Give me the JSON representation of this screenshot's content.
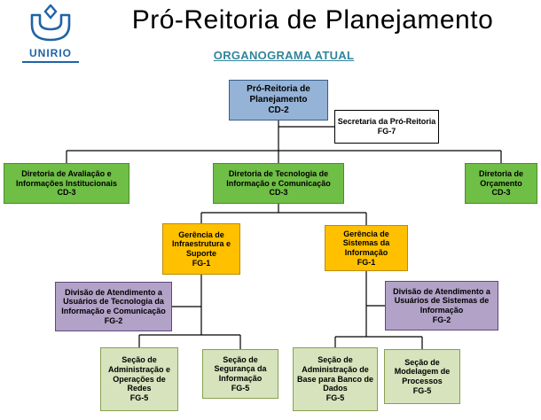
{
  "header": {
    "title": "Pró-Reitoria de Planejamento",
    "subtitle": "ORGANOGRAMA ATUAL",
    "logo_text": "UNIRIO"
  },
  "nodes": {
    "root": {
      "label": "Pró-Reitoria de Planejamento",
      "grade": "CD-2"
    },
    "secretaria": {
      "label": "Secretaria da Pró-Reitoria",
      "grade": "FG-7"
    },
    "dir_avaliacao": {
      "label": "Diretoria de Avaliação e Informações Institucionais",
      "grade": "CD-3"
    },
    "dir_tic": {
      "label": "Diretoria de Tecnologia de Informação e Comunicação",
      "grade": "CD-3"
    },
    "dir_orcamento": {
      "label": "Diretoria de Orçamento",
      "grade": "CD-3"
    },
    "ger_infra": {
      "label": "Gerência de Infraestrutura e Suporte",
      "grade": "FG-1"
    },
    "ger_sistemas": {
      "label": "Gerência de Sistemas da Informação",
      "grade": "FG-1"
    },
    "div_usuarios_tic": {
      "label": "Divisão de Atendimento a Usuários de Tecnologia da Informação e Comunicação",
      "grade": "FG-2"
    },
    "div_usuarios_si": {
      "label": "Divisão de Atendimento a Usuários de Sistemas de Informação",
      "grade": "FG-2"
    },
    "sec_redes": {
      "label": "Seção de Administração e Operações de Redes",
      "grade": "FG-5"
    },
    "sec_seguranca": {
      "label": "Seção de Segurança da Informação",
      "grade": "FG-5"
    },
    "sec_bd": {
      "label": "Seção de Administração de Base para Banco de Dados",
      "grade": "FG-5"
    },
    "sec_modelagem": {
      "label": "Seção de Modelagem de Processos",
      "grade": "FG-5"
    }
  },
  "colors": {
    "blue": "#95B3D7",
    "blue-border": "#385D8A",
    "green": "#6FBE46",
    "green-border": "#4E8A2F",
    "orange": "#FFC000",
    "orange-border": "#BC8C00",
    "purple": "#B2A2C7",
    "purple-border": "#60497B",
    "lgreen": "#D6E3BC",
    "lgreen-border": "#89A04F",
    "line": "#000000",
    "subtitle": "#31859C",
    "logo": "#1F63A8"
  }
}
